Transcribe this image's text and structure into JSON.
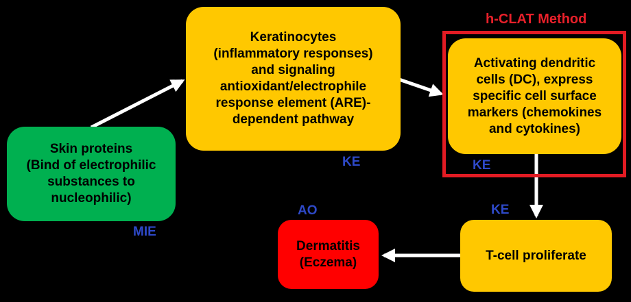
{
  "colors": {
    "background": "#000000",
    "yellow": "#FFC800",
    "green": "#00B050",
    "red": "#FF0000",
    "tag_blue": "#2E49C8",
    "frame_red": "#E21B23",
    "arrow": "#FFFFFF"
  },
  "nodes": {
    "skin_proteins": "Skin proteins\n(Bind of electrophilic\nsubstances to\nnucleophilic)",
    "keratinocytes": "Keratinocytes\n(inflammatory responses)\nand signaling\nantioxidant/electrophile\nresponse element (ARE)-\ndependent pathway",
    "dendritic_cells": "Activating dendritic\ncells (DC), express\nspecific cell surface\nmarkers (chemokines\nand cytokines)",
    "t_cell": "T-cell proliferate",
    "dermatitis": "Dermatitis\n(Eczema)"
  },
  "labels": {
    "mie": "MIE",
    "ke_keratinocytes": "KE",
    "ke_dendritic": "KE",
    "ke_tcell": "KE",
    "ao": "AO",
    "hclat_method": "h-CLAT Method"
  }
}
